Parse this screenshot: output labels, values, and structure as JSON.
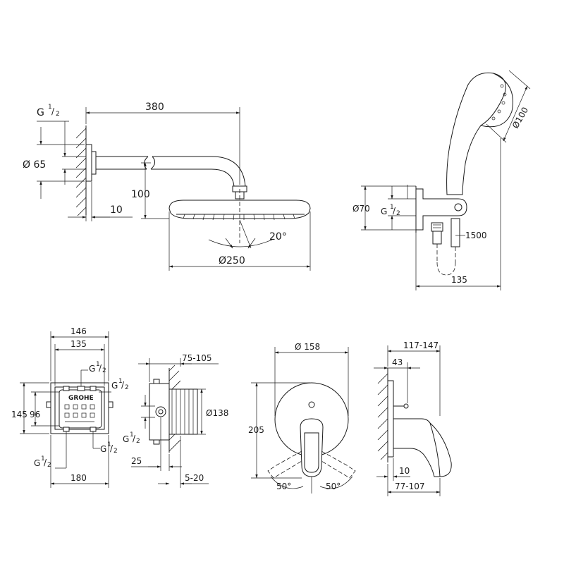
{
  "shower_head_view": {
    "arm_length": "380",
    "connection": "G",
    "connection_num": "1",
    "connection_den": "2",
    "rosette_diameter": "Ø 65",
    "drop_height": "100",
    "wall_offset": "10",
    "tilt_angle": "20°",
    "head_diameter": "Ø250"
  },
  "hand_shower_view": {
    "head_diameter": "Ø100",
    "outlet_diameter": "Ø70",
    "connection": "G",
    "connection_num": "1",
    "connection_den": "2",
    "hose_length": "1500",
    "projection": "135"
  },
  "box_front_view": {
    "outer_width": "146",
    "inner_width": "135",
    "outer_height": "145",
    "inner_height": "96",
    "base_width": "180",
    "brand": "GROHE",
    "ports": [
      {
        "label": "G",
        "num": "1",
        "den": "2"
      },
      {
        "label": "G",
        "num": "1",
        "den": "2"
      },
      {
        "label": "G",
        "num": "1",
        "den": "2"
      },
      {
        "label": "G",
        "num": "1",
        "den": "2"
      }
    ]
  },
  "box_side_view": {
    "depth_range": "75-105",
    "diameter": "Ø138",
    "offset": "25",
    "plaster_range": "5-20",
    "connection": "G",
    "connection_num": "1",
    "connection_den": "2"
  },
  "trim_front_view": {
    "rosette_diameter": "Ø 158",
    "height": "205",
    "angle_left": "50°",
    "angle_right": "50°"
  },
  "trim_side_view": {
    "projection_range": "117-147",
    "handle_offset": "43",
    "wall_gap": "10",
    "depth_range": "77-107"
  }
}
